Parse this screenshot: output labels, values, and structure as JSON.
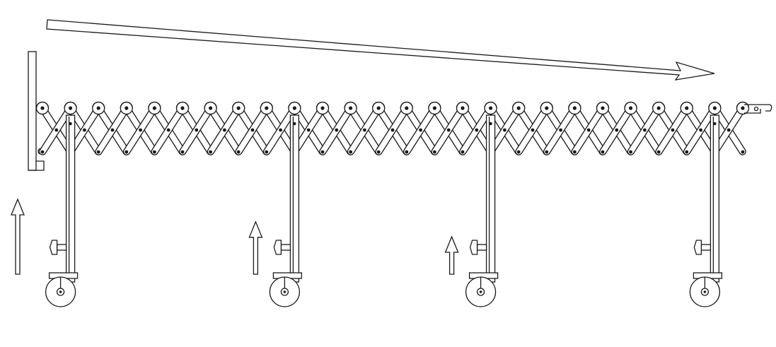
{
  "diagram": {
    "subject": "flexible-expandable-roller-conveyor",
    "roller_count": 26,
    "leg_count": 4,
    "height_arrows": [
      {
        "length_level": 1.0
      },
      {
        "length_level": 0.7
      },
      {
        "length_level": 0.5
      }
    ],
    "direction_arrow": "flow-right-downward",
    "line_color": "#1a1a1a",
    "background_color": "#ffffff",
    "icons": [
      "direction-arrow-icon",
      "height-arrow-icon",
      "caster-wheel-icon",
      "locking-knob-icon",
      "hook-icon",
      "end-stop-plate-icon"
    ]
  }
}
